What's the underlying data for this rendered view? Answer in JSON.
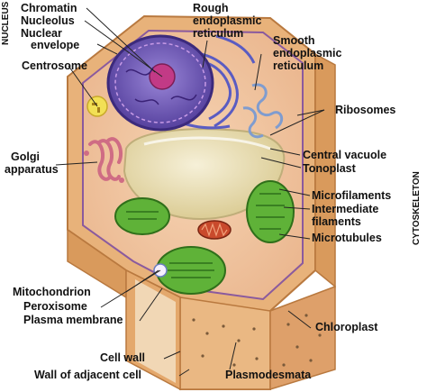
{
  "side_labels": {
    "nucleus": "NUCLEUS",
    "cytoskeleton": "CYTOSKELETON"
  },
  "labels": {
    "chromatin": "Chromatin",
    "nucleolus": "Nucleolus",
    "nuclear_envelope_1": "Nuclear",
    "nuclear_envelope_2": "envelope",
    "rough_er_1": "Rough",
    "rough_er_2": "endoplasmic",
    "rough_er_3": "reticulum",
    "smooth_er_1": "Smooth",
    "smooth_er_2": "endoplasmic",
    "smooth_er_3": "reticulum",
    "centrosome": "Centrosome",
    "ribosomes": "Ribosomes",
    "golgi_1": "Golgi",
    "golgi_2": "apparatus",
    "central_vacuole": "Central vacuole",
    "tonoplast": "Tonoplast",
    "microfilaments": "Microfilaments",
    "intermediate_filaments_1": "Intermediate",
    "intermediate_filaments_2": "filaments",
    "microtubules": "Microtubules",
    "mitochondrion": "Mitochondrion",
    "peroxisome": "Peroxisome",
    "plasma_membrane": "Plasma membrane",
    "chloroplast": "Chloroplast",
    "cell_wall": "Cell wall",
    "wall_adjacent_cell": "Wall of adjacent cell",
    "plasmodesmata": "Plasmodesmata"
  },
  "colors": {
    "cell_wall": "#e8b27a",
    "cytoplasm": "#f3c9a7",
    "nucleus": "#6f55b5",
    "nucleolus": "#c23a86",
    "rough_er": "#6d6fd0",
    "smooth_er": "#8aa7d6",
    "vacuole": "#eadfb6",
    "chloroplast": "#5fb238",
    "mitochondrion": "#c94a2c",
    "golgi": "#d97a8e",
    "centrosome": "#f2e055"
  }
}
